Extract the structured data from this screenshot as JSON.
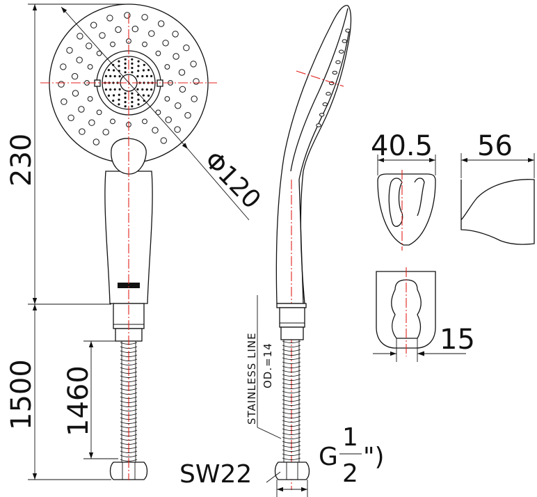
{
  "drawing": {
    "dimensions": {
      "head_height": "230",
      "total_length": "1500",
      "hose_length": "1460",
      "face_diameter": "Φ120",
      "holder_width": "40.5",
      "holder_depth": "56",
      "holder_thickness": "15",
      "wrench_size": "SW22",
      "thread_prefix": "G",
      "thread_num": "1",
      "thread_den": "2",
      "thread_suffix": "\")"
    },
    "hose_note": {
      "line1": "STAINLESS LINE",
      "line2": "OD.=14"
    },
    "colors": {
      "linework": "#111111",
      "centerline": "#e0211b"
    }
  }
}
